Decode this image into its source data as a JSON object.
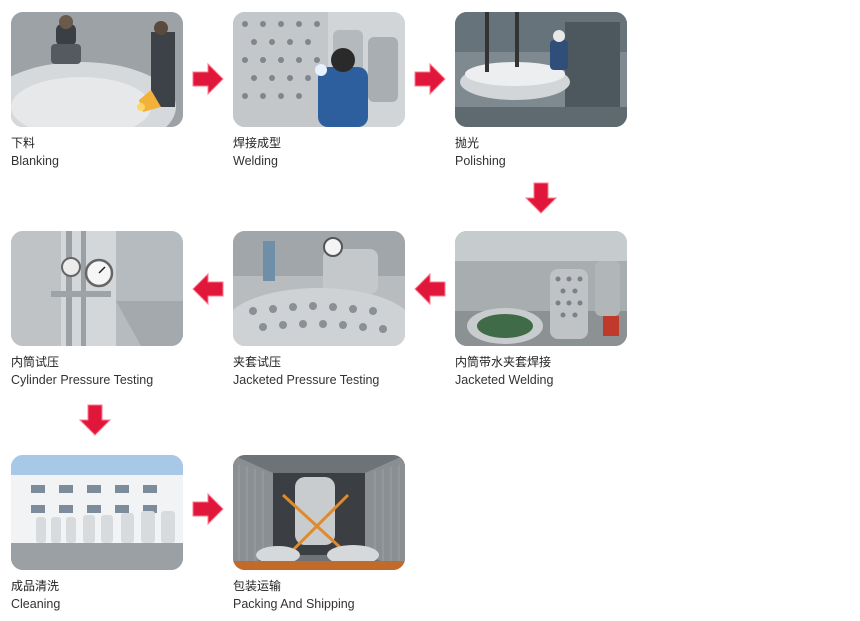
{
  "steps": [
    {
      "zh": "下料",
      "en": "Blanking",
      "photo": "blanking-photo"
    },
    {
      "zh": "焊接成型",
      "en": "Welding",
      "photo": "welding-photo"
    },
    {
      "zh": "抛光",
      "en": "Polishing",
      "photo": "polishing-photo"
    },
    {
      "zh": "内筒带水夹套焊接",
      "en": "Jacketed Welding",
      "photo": "jacketed-welding-photo"
    },
    {
      "zh": "夹套试压",
      "en": "Jacketed Pressure Testing",
      "photo": "jacketed-pressure-photo"
    },
    {
      "zh": "内筒试压",
      "en": "Cylinder Pressure Testing",
      "photo": "cylinder-pressure-photo"
    },
    {
      "zh": "成品清洗",
      "en": "Cleaning",
      "photo": "cleaning-photo"
    },
    {
      "zh": "包装运输",
      "en": "Packing And Shipping",
      "photo": "packing-photo"
    }
  ],
  "colors": {
    "arrow": "#e0163a",
    "steel": "#c9ccce",
    "steel_dark": "#8d9297",
    "sky": "#a8c8e8",
    "floor": "#7a7f82"
  }
}
